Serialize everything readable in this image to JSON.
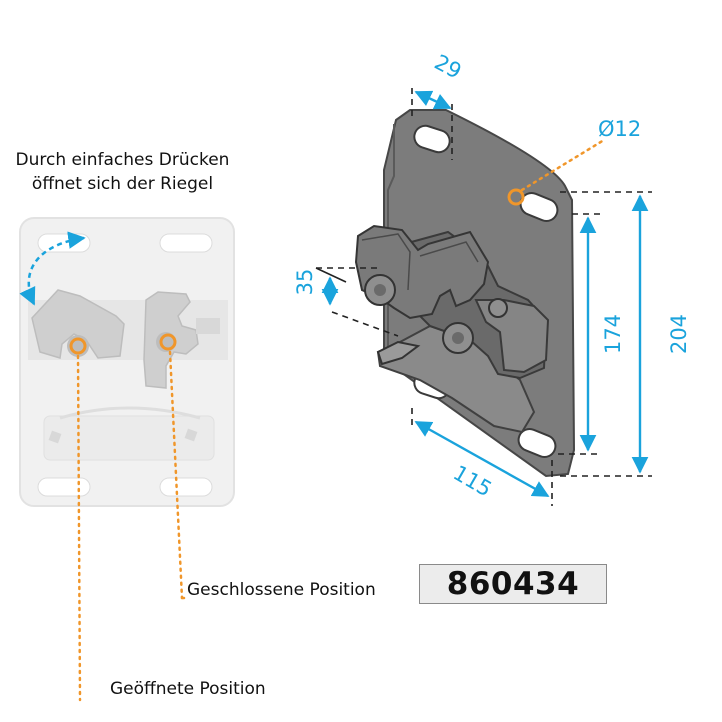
{
  "caption": {
    "line1": "Durch einfaches Drücken",
    "line2": "öffnet sich der Riegel"
  },
  "labels": {
    "closed": "Geschlossene Position",
    "opened": "Geöffnete Position"
  },
  "part_number": "860434",
  "dimensions": {
    "width_top": "29",
    "hole": "Ø12",
    "height_inner": "174",
    "height_outer": "204",
    "depth": "35",
    "width_bottom": "115"
  },
  "colors": {
    "dimension": "#1aa3dc",
    "leader": "#f0962a",
    "metal": "#6e6e6e",
    "ghost_plate": "#eeeeee"
  }
}
